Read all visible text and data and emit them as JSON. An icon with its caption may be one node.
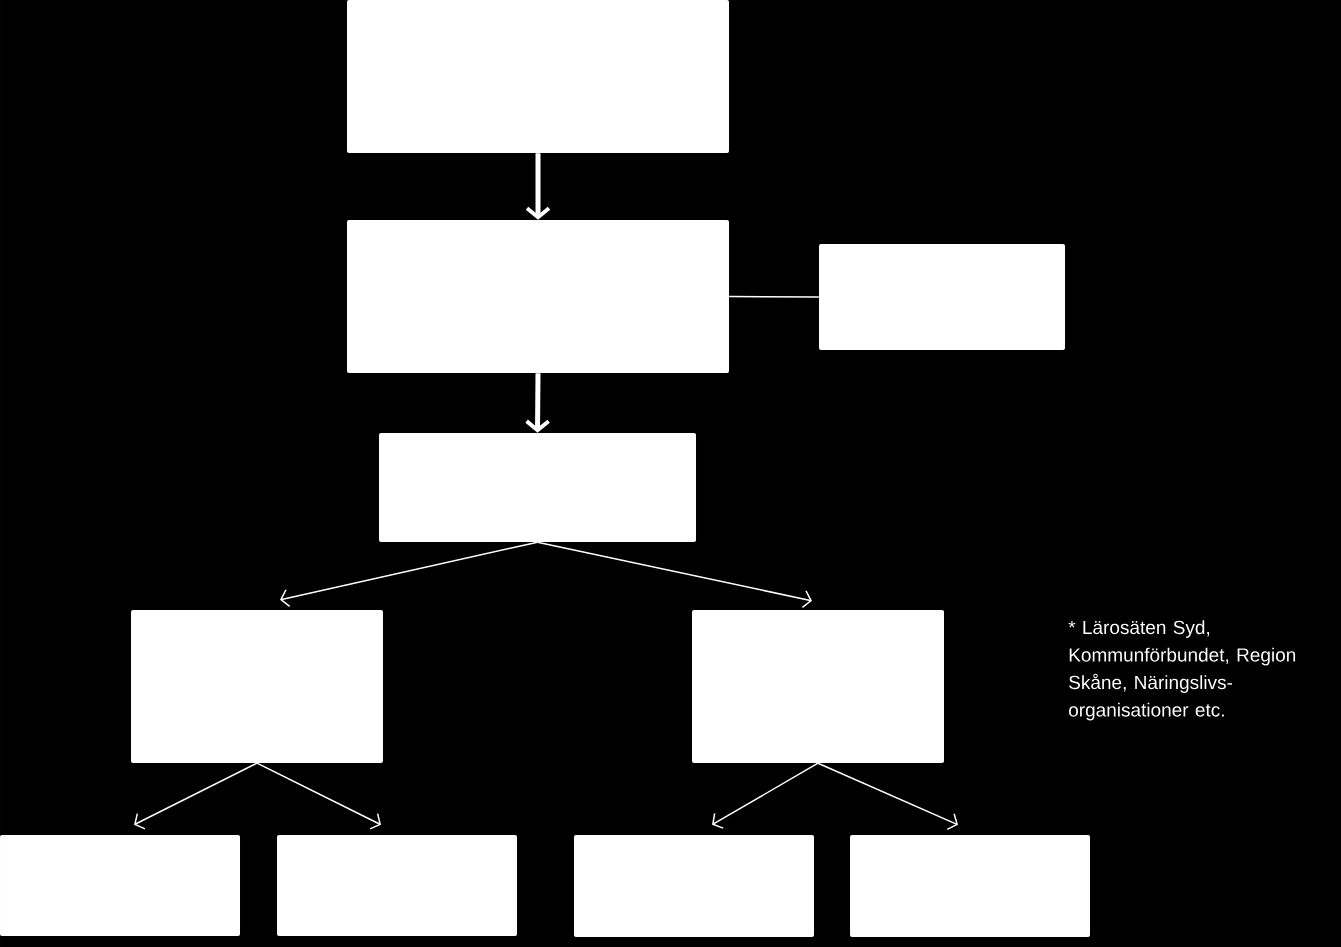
{
  "diagram": {
    "nodes": [
      {
        "text": [],
        "shape": "box"
      },
      {
        "text": [],
        "shape": "box"
      },
      {
        "text": [],
        "shape": "box"
      },
      {
        "text": [],
        "shape": "box"
      },
      {
        "text": [],
        "shape": "box"
      },
      {
        "text": [],
        "shape": "box"
      },
      {
        "text": [],
        "shape": "box"
      },
      {
        "text": [],
        "shape": "box"
      },
      {
        "text": [],
        "shape": "box"
      },
      {
        "text": [],
        "shape": "box"
      }
    ],
    "edges": [
      {
        "from": 0,
        "to": 1,
        "arrow": "to",
        "style": "thick"
      },
      {
        "from": 1,
        "to": 2,
        "arrow": "none"
      },
      {
        "from": 1,
        "to": 3,
        "arrow": "to",
        "style": "thick"
      },
      {
        "from": 3,
        "to": 4,
        "arrow": "to"
      },
      {
        "from": 3,
        "to": 5,
        "arrow": "to"
      },
      {
        "from": 4,
        "to": 6,
        "arrow": "to"
      },
      {
        "from": 4,
        "to": 7,
        "arrow": "to"
      },
      {
        "from": 5,
        "to": 8,
        "arrow": "to"
      },
      {
        "from": 5,
        "to": 9,
        "arrow": "to"
      }
    ],
    "labels": [
      "* Lärosäten Syd, Kommunförbundet, Region Skåne, Näringslivs-organisationer etc."
    ]
  }
}
